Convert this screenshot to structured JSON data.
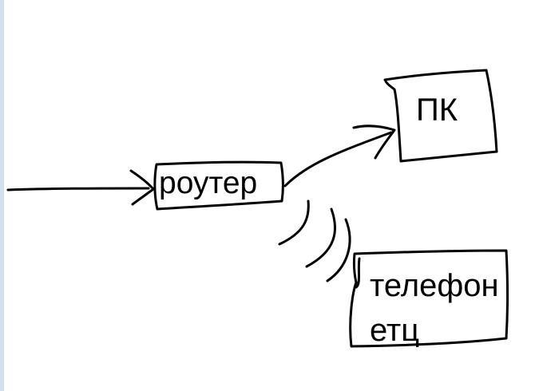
{
  "nodes": {
    "router": {
      "label": "роутер"
    },
    "pc": {
      "label": "ПК"
    },
    "phone": {
      "line1": "телефон",
      "line2": "етц"
    }
  },
  "colors": {
    "ink": "#000000",
    "background": "#ffffff",
    "left_strip": "#d4dff0"
  }
}
